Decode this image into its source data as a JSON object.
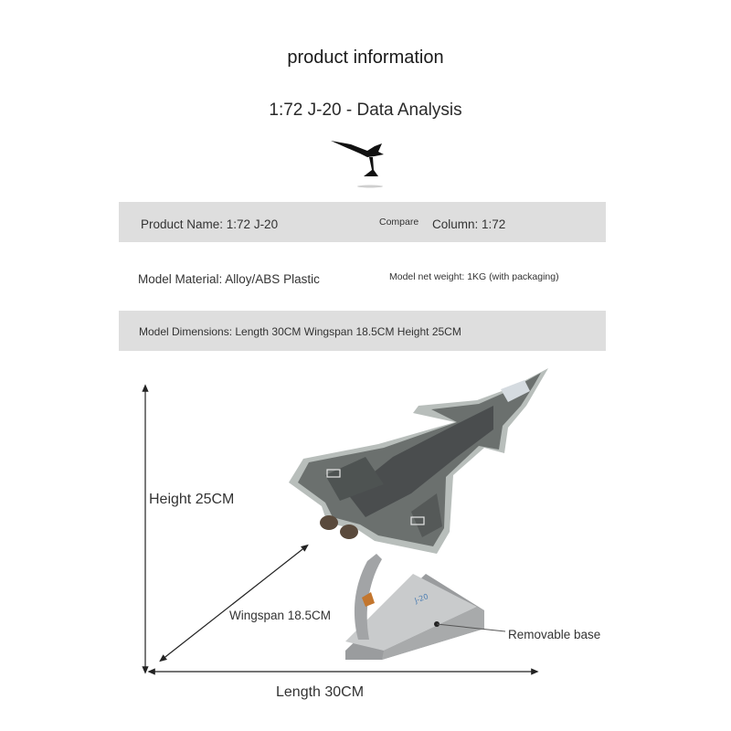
{
  "header": {
    "title": "product information",
    "subtitle": "1:72 J-20 - Data Analysis"
  },
  "specs": {
    "product_name": "Product Name: 1:72 J-20",
    "compare": "Compare",
    "column": "Column: 1:72",
    "material": "Model Material: Alloy/ABS Plastic",
    "weight": "Model net weight: 1KG (with packaging)",
    "dimensions": "Model Dimensions: Length 30CM Wingspan 18.5CM Height 25CM"
  },
  "annotations": {
    "height": "Height 25CM",
    "wingspan": "Wingspan 18.5CM",
    "length": "Length 30CM",
    "base": "Removable base"
  },
  "colors": {
    "band": "#dedede",
    "camo_dark": "#4a4d4e",
    "camo_mid": "#6d7270",
    "trim": "#b9bfbb",
    "stand": "#b5b7b8"
  },
  "icons": [
    "jet-silhouette-icon"
  ]
}
